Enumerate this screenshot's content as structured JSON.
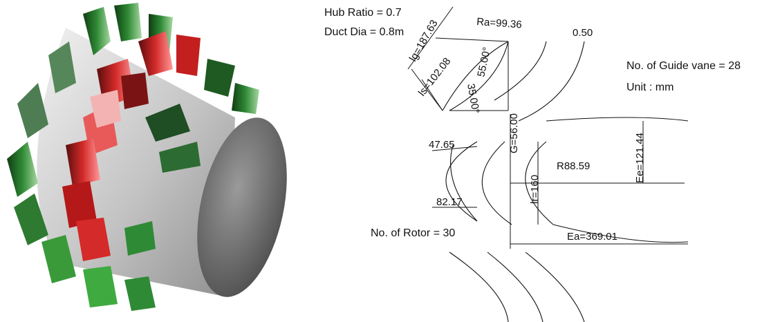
{
  "specs": {
    "hub_ratio": "Hub Ratio = 0.7",
    "duct_dia": "Duct Dia = 0.8m",
    "guide_vanes": "No. of Guide vane = 28",
    "unit": "Unit : mm",
    "rotors": "No. of Rotor = 30"
  },
  "dimensions": {
    "lg": "lg=187.63",
    "ra": "Ra=99.36",
    "thickness": "0.50",
    "angle_55": "55.00°",
    "ls": "ls=102.08",
    "angle_35": "35.00°",
    "g": "G=56.00",
    "ee": "Ee=121.44",
    "d_4765": "47.65",
    "r8859": "R88.59",
    "lr": "lr=160",
    "d_8217": "82.17",
    "ea": "Ea=369.01"
  },
  "colors": {
    "rotor_blade": "#d42a2a",
    "guide_vane": "#2f8a35",
    "hub": "#c9c9c9"
  }
}
